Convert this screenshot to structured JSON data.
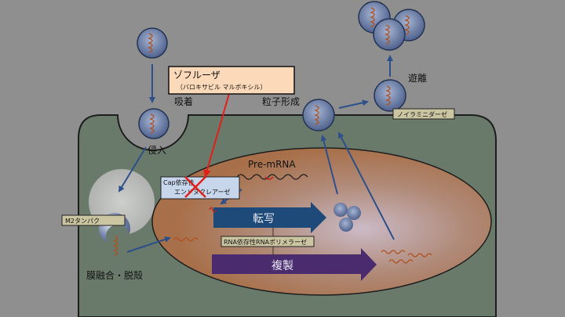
{
  "drug_box": {
    "title": "ゾフルーザ",
    "subtitle": "（バロキサビル マルボキシル）"
  },
  "labels": {
    "adsorption": "吸着",
    "invasion": "侵入",
    "m2_protein": "M2タンパク",
    "fusion_uncoating": "膜融合・脱殻",
    "cap_endonuclease_line1": "Cap依存性",
    "cap_endonuclease_line2": "エンドヌクレアーゼ",
    "pre_mrna": "Pre-mRNA",
    "transcription": "転写",
    "rna_polymerase": "RNA依存性RNAポリメラーゼ",
    "replication": "複製",
    "particle_formation": "粒子形成",
    "neuraminidase": "ノイラミニダーゼ",
    "release": "遊離"
  },
  "colors": {
    "background": "#8f8f8f",
    "cell_fill": "#6a7a6a",
    "nucleus_fill": "#a8704a",
    "drug_box_fill": "#fcd9b8",
    "drug_arrow": "#e0201a",
    "transcription_arrow": "#1d4a78",
    "replication_arrow": "#4a2c6e",
    "virus_fill": "#5a6d96",
    "rna_color": "#b0501e",
    "label_box_fill": "#ccc5a2"
  }
}
